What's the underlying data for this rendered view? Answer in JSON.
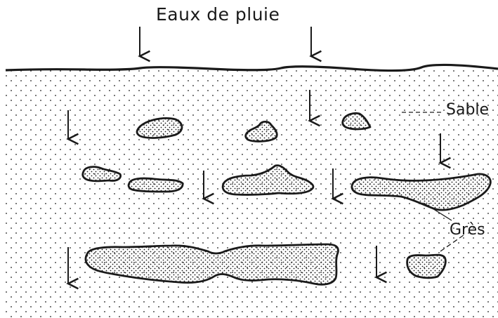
{
  "diagram": {
    "title": "Eaux de pluie",
    "labels": {
      "sand": "Sable",
      "sandstone": "Grès"
    },
    "colors": {
      "ink": "#1a1a1a",
      "background": "#ffffff"
    }
  }
}
